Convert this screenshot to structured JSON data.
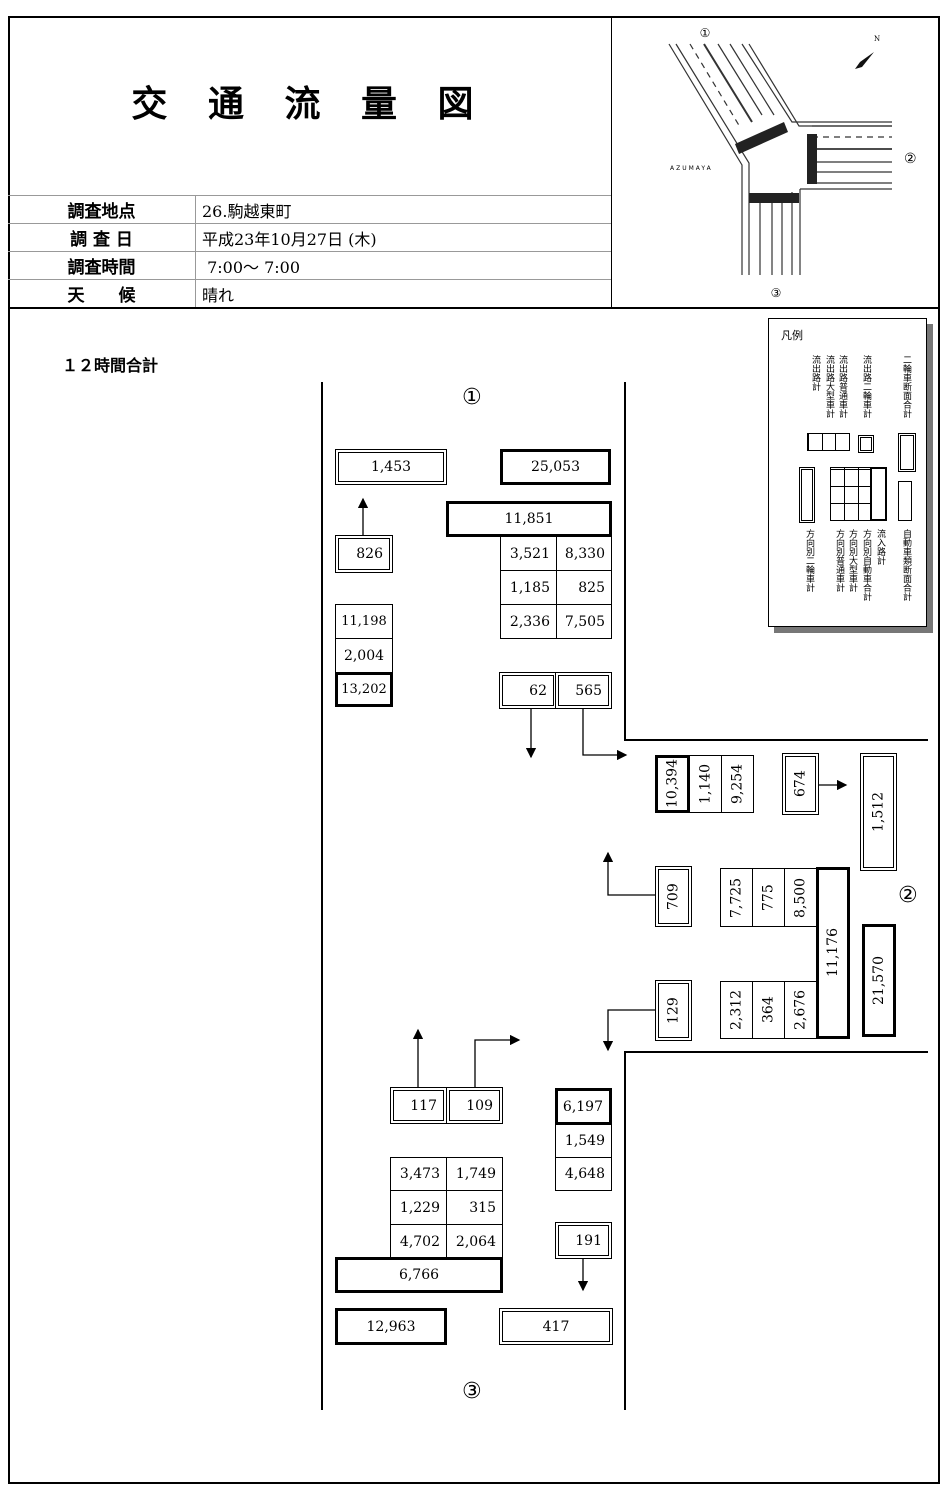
{
  "title": "交 通 流 量 図",
  "info": [
    {
      "label": "調査地点",
      "value": "26.駒越東町"
    },
    {
      "label": "調 査 日",
      "value": "平成23年10月27日 (木)"
    },
    {
      "label": "調査時間",
      "value": " 7:00～ 7:00"
    },
    {
      "label": "天　　候",
      "value": "晴れ"
    }
  ],
  "map": {
    "approach_1": "①",
    "approach_2": "②",
    "approach_3": "③",
    "place": "AZUMAYA",
    "north": "N"
  },
  "section_label": "１２時間合計",
  "approaches": {
    "a1": "①",
    "a2": "②",
    "a3": "③"
  },
  "legend": {
    "title": "凡例",
    "out_total": "流出路計",
    "out_large": "流出路大型車計",
    "out_normal": "流出路普通車計",
    "out_bike": "流出路二輪車計",
    "bike_cross": "二輪車断面合計",
    "dir_bike": "方向別二輪車計",
    "dir_normal": "方向別普通車計",
    "dir_large": "方向別大型車計",
    "dir_auto": "方向別自動車合計",
    "in_total": "流入路計",
    "auto_cross": "自動車類断面合計"
  },
  "a1": {
    "bike_cross": "1,453",
    "auto_cross": "25,053",
    "in_total": "11,851",
    "grid": [
      [
        "3,521",
        "8,330"
      ],
      [
        "1,185",
        "825"
      ],
      [
        "2,336",
        "7,505"
      ]
    ],
    "dir_bike": "826",
    "out": {
      "normal": "11,198",
      "large": "2,004",
      "total": "13,202"
    },
    "out_bike": [
      "62",
      "565"
    ]
  },
  "a2": {
    "out": {
      "total": "10,394",
      "large": "1,140",
      "normal": "9,254"
    },
    "out_bike": "674",
    "bike_cross": "1,512",
    "dir_bike_1": "709",
    "dir_bike_2": "129",
    "grid": [
      [
        "7,725",
        "775",
        "8,500"
      ],
      [
        "2,312",
        "364",
        "2,676"
      ]
    ],
    "in_total": "11,176",
    "auto_cross": "21,570"
  },
  "a3": {
    "dir_bike": [
      "117",
      "109"
    ],
    "out": {
      "total": "6,197",
      "large": "1,549",
      "normal": "4,648"
    },
    "grid": [
      [
        "3,473",
        "1,749"
      ],
      [
        "1,229",
        "315"
      ],
      [
        "4,702",
        "2,064"
      ]
    ],
    "in_total": "6,766",
    "out_bike": "191",
    "auto_cross": "12,963",
    "bike_cross": "417"
  }
}
